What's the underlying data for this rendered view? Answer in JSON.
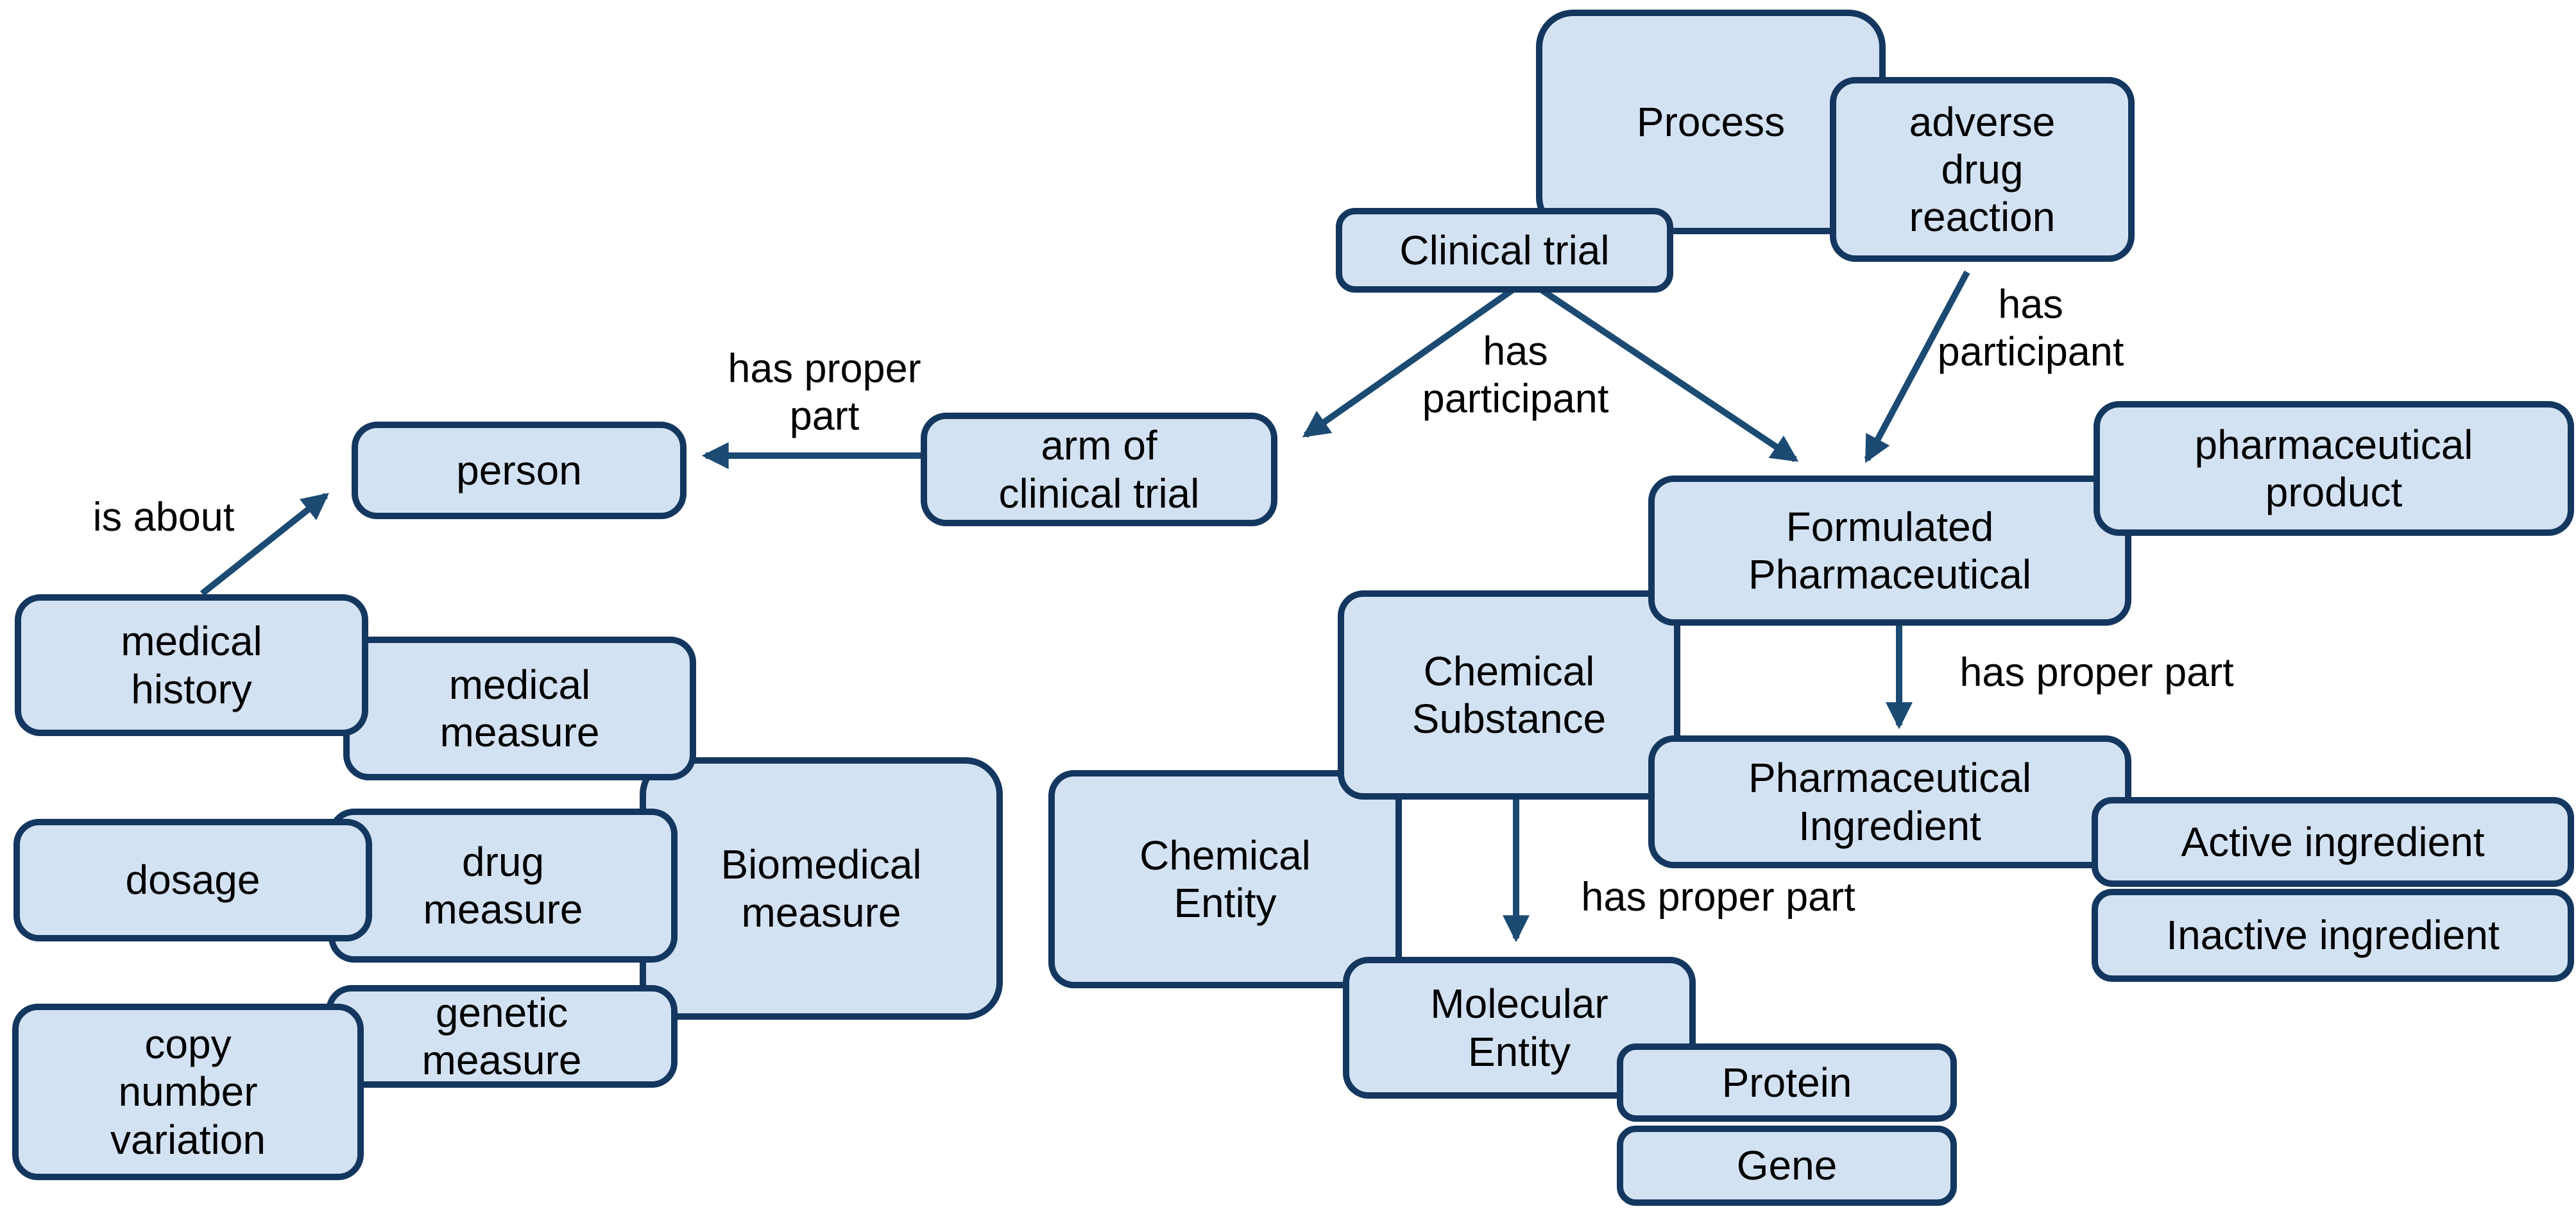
{
  "colors": {
    "background": "#ffffff",
    "node-fill": "#d3e2f3",
    "node-border": "#13375f",
    "edge": "#1b4a73",
    "text": "#000000"
  },
  "nodes": {
    "process": {
      "label": "Process"
    },
    "adverse_drug_reaction": {
      "label": "adverse\ndrug\nreaction"
    },
    "clinical_trial": {
      "label": "Clinical trial"
    },
    "person": {
      "label": "person"
    },
    "arm_of_clinical_trial": {
      "label": "arm of\nclinical trial"
    },
    "medical_history": {
      "label": "medical\nhistory"
    },
    "medical_measure": {
      "label": "medical\nmeasure"
    },
    "dosage": {
      "label": "dosage"
    },
    "drug_measure": {
      "label": "drug\nmeasure"
    },
    "biomedical_measure": {
      "label": "Biomedical\nmeasure"
    },
    "genetic_measure": {
      "label": "genetic\nmeasure"
    },
    "copy_number_variation": {
      "label": "copy\nnumber\nvariation"
    },
    "chemical_entity": {
      "label": "Chemical\nEntity"
    },
    "chemical_substance": {
      "label": "Chemical\nSubstance"
    },
    "formulated_pharmaceutical": {
      "label": "Formulated\nPharmaceutical"
    },
    "pharmaceutical_product": {
      "label": "pharmaceutical\nproduct"
    },
    "pharmaceutical_ingredient": {
      "label": "Pharmaceutical\nIngredient"
    },
    "active_ingredient": {
      "label": "Active ingredient"
    },
    "inactive_ingredient": {
      "label": "Inactive ingredient"
    },
    "molecular_entity": {
      "label": "Molecular\nEntity"
    },
    "protein": {
      "label": "Protein"
    },
    "gene": {
      "label": "Gene"
    }
  },
  "edges": [
    {
      "from": "Clinical trial",
      "to": "arm of clinical trial",
      "label": "has\nparticipant"
    },
    {
      "from": "Clinical trial",
      "to": "Formulated Pharmaceutical",
      "label": ""
    },
    {
      "from": "adverse drug reaction",
      "to": "Formulated Pharmaceutical",
      "label": "has\nparticipant"
    },
    {
      "from": "arm of clinical trial",
      "to": "person",
      "label": "has proper\npart"
    },
    {
      "from": "medical history",
      "to": "person",
      "label": "is about"
    },
    {
      "from": "Formulated Pharmaceutical",
      "to": "Pharmaceutical Ingredient",
      "label": "has proper part"
    },
    {
      "from": "Chemical Substance",
      "to": "Molecular Entity",
      "label": "has proper part"
    }
  ]
}
